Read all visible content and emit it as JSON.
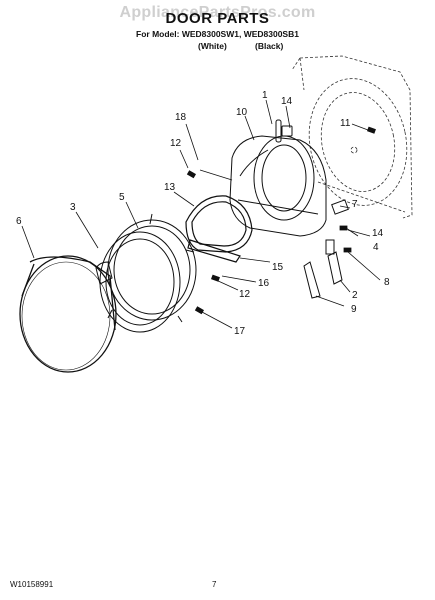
{
  "header": {
    "watermark": "AppliancePartsPros.com",
    "title": "DOOR PARTS",
    "model_line": "For Model: WED8300SW1, WED8300SB1",
    "colors": [
      "(White)",
      "(Black)"
    ]
  },
  "callouts": [
    "1",
    "2",
    "3",
    "4",
    "5",
    "6",
    "7",
    "8",
    "9",
    "10",
    "11",
    "12",
    "12",
    "13",
    "14",
    "14",
    "15",
    "16",
    "17",
    "18"
  ],
  "footer": {
    "doc_number": "W10158991",
    "page_number": "7"
  }
}
